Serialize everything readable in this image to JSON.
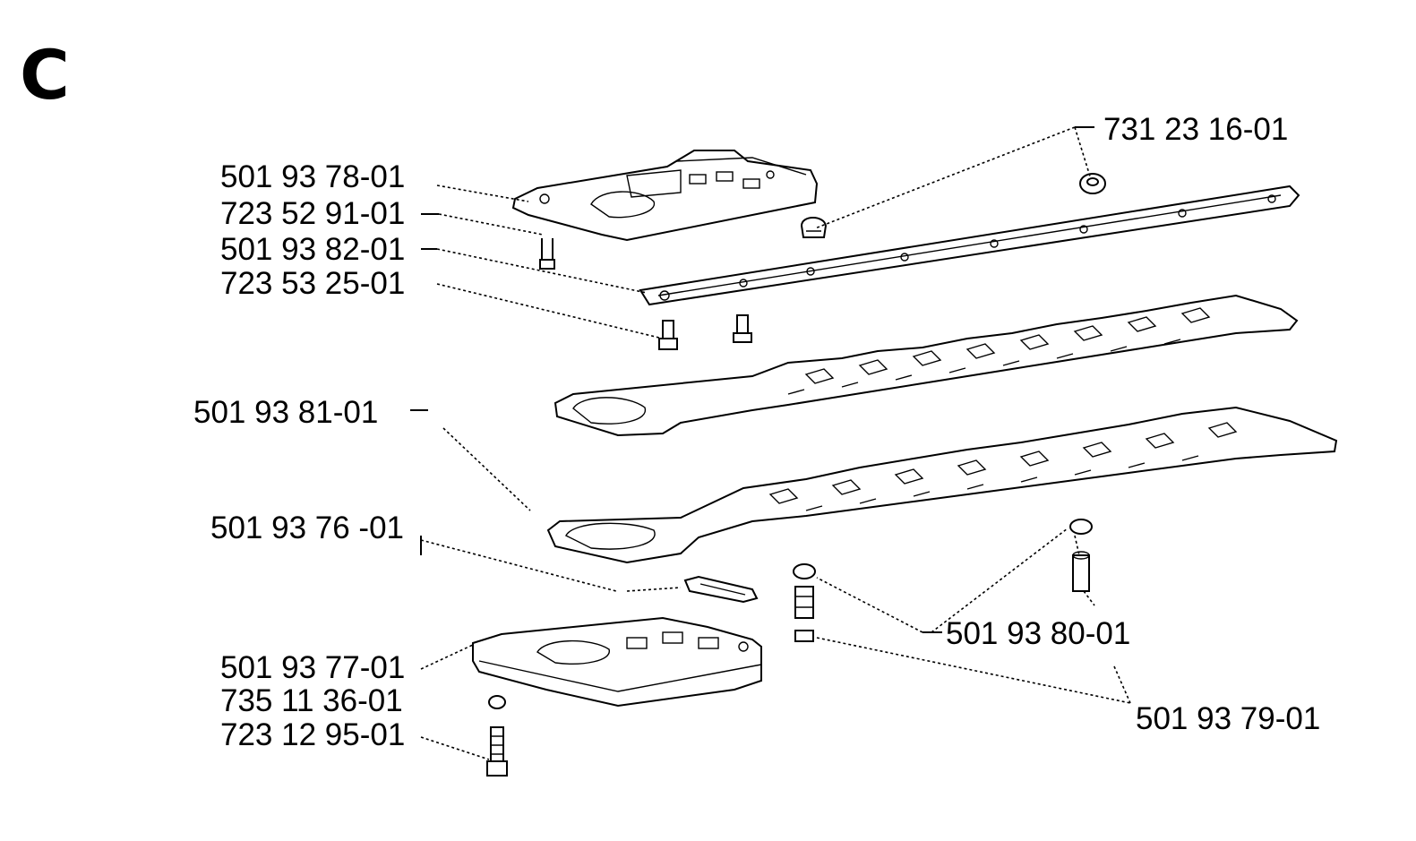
{
  "section": "C",
  "labels": {
    "p01": "731 23 16-01",
    "p02": "501 93 78-01",
    "p03": "723 52 91-01",
    "p04": "501 93 82-01",
    "p05": "723 53 25-01",
    "p06": "501 93 81-01",
    "p07": "501 93 76 -01",
    "p08": "501 93 80-01",
    "p09": "501 93 77-01",
    "p10": "735 11 36-01",
    "p11": "723 12 95-01",
    "p12": "501 93 79-01"
  }
}
